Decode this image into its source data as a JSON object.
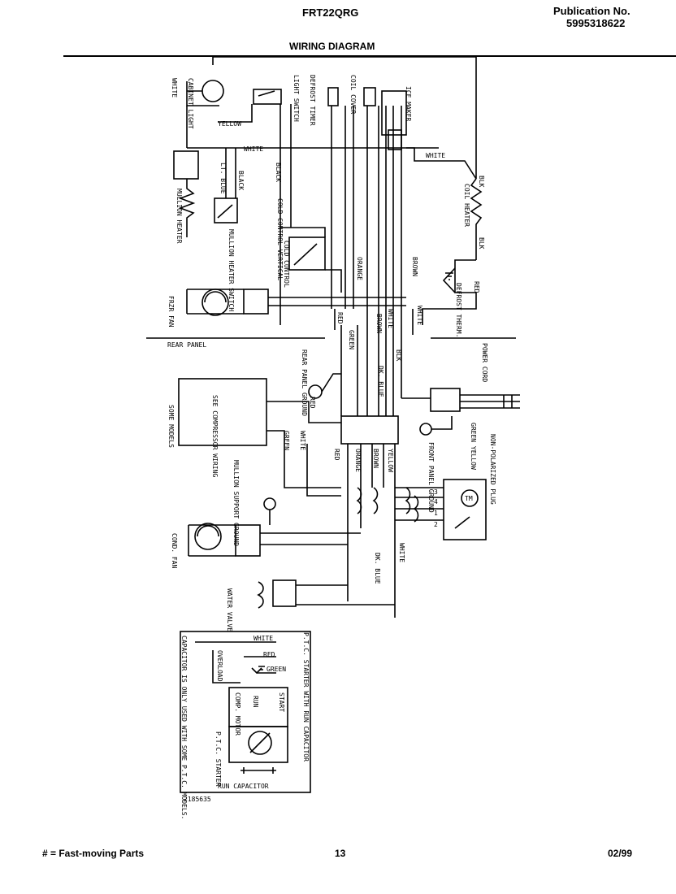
{
  "header": {
    "model": "FRT22QRG",
    "publication_label": "Publication No.",
    "publication_number": "5995318622",
    "title": "WIRING DIAGRAM"
  },
  "labels": {
    "white_top": "WHITE",
    "cabinet_light": "CABINET LIGHT",
    "light_switch": "LIGHT SWITCH",
    "defrost_timer": "DEFROST TIMER",
    "coil_cover": "COIL COVER",
    "ice_maker": "ICE MAKER",
    "yellow": "YELLOW",
    "white_mid": "WHITE",
    "white_right": "WHITE",
    "blk_1": "BLK",
    "coil_heater": "COIL HEATER",
    "blk_2": "BLK",
    "lt_blue": "LT. BLUE",
    "black_1": "BLACK",
    "black_2": "BLACK",
    "mullion_heater": "MULLION HEATER",
    "mullion_heater_switch": "MULLION HEATER SWITCH",
    "cold_control_vertical": "COLD CONTROL VERTICAL",
    "cold_control": "COLD CONTROL",
    "orange_1": "ORANGE",
    "brown_1": "BROWN",
    "defrost_therm": "DEFROST THERM.",
    "red_1": "RED",
    "white_2": "WHITE",
    "frzr_fan": "FRZR FAN",
    "rear_panel": "REAR PANEL",
    "red_2": "RED",
    "green_1": "GREEN",
    "brown_2": "BROWN",
    "white_3": "WHITE",
    "blk_3": "BLK",
    "rear_panel_ground": "REAR PANEL GROUND",
    "power_cord_label": "POWER CORD",
    "dk_blue_1": "DK. BLUE",
    "see_compressor_wiring": "SEE COMPRESSOR WIRING",
    "some_models": "SOME MODELS",
    "red_3": "RED",
    "white_4": "WHITE",
    "green_2": "GREEN",
    "front_panel_ground": "FRONT PANEL GROUND",
    "green_yellow": "GREEN YELLOW",
    "non_polarized_plug": "NON-POLARIZED PLUG",
    "mullion_support_ground": "MULLION SUPPORT GROUND",
    "red_4": "RED",
    "orange_2": "ORANGE",
    "brown_3": "BROWN",
    "yellow_2": "YELLOW",
    "cond_fan": "COND. FAN",
    "dk_blue_2": "DK. BLUE",
    "white_5": "WHITE",
    "timer_nums": [
      "3",
      "4",
      "1",
      "2"
    ],
    "tm": "TM",
    "water_valve": "WATER VALVE",
    "ptc_title": "P.T.C. STARTER WITH RUN CAPACITOR",
    "white_ptc": "WHITE",
    "red_ptc": "RED",
    "green_ptc": "GREEN",
    "overload": "OVERLOAD",
    "comp_motor": "COMP. MOTOR",
    "run": "RUN",
    "start": "START",
    "ptc_starter": "P.T.C. STARTER",
    "run_capacitor": "RUN CAPACITOR",
    "capacitor_note": "CAPACITOR IS ONLY USED WITH SOME P.T.C. MODELS.",
    "drawing_number": "2185635"
  },
  "footer": {
    "legend": "# = Fast-moving Parts",
    "page": "13",
    "date": "02/99"
  }
}
